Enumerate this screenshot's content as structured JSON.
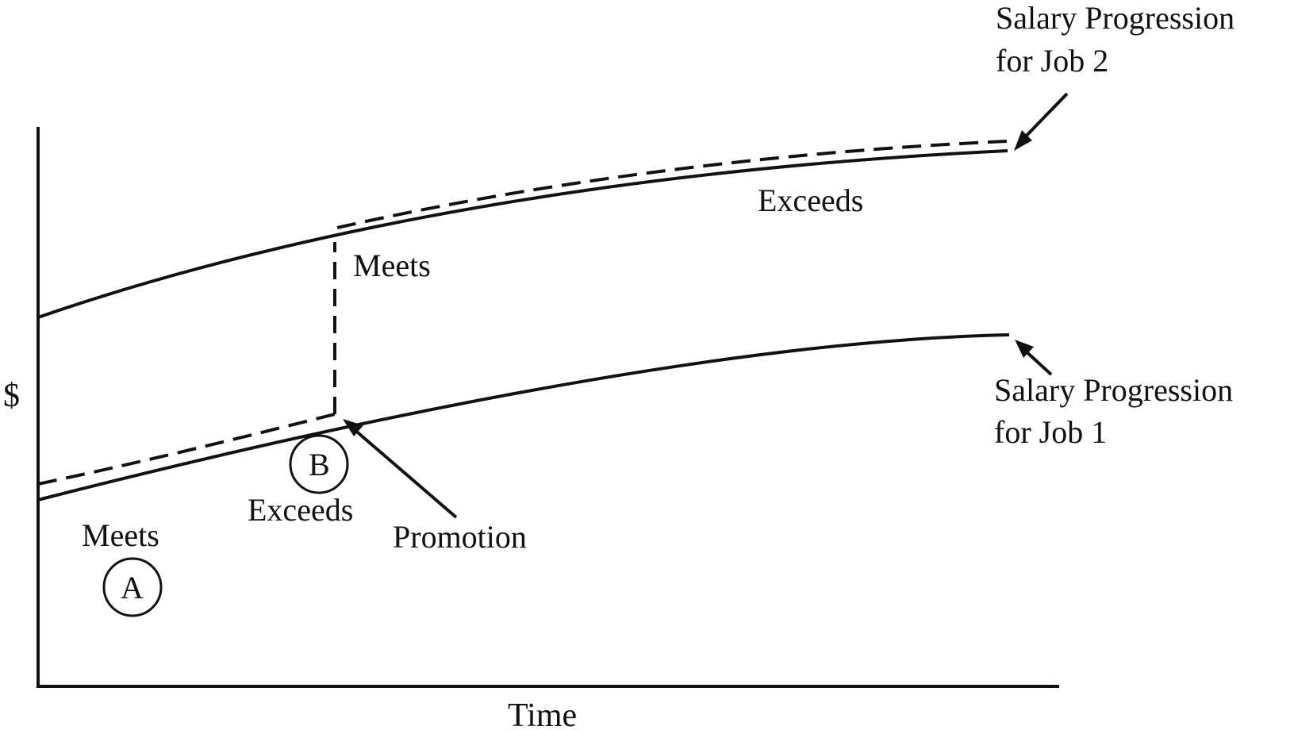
{
  "axes": {
    "ylabel": "$",
    "xlabel": "Time"
  },
  "job2_label": {
    "line1": "Salary Progression",
    "line2": "for Job 2"
  },
  "job1_label": {
    "line1": "Salary Progression",
    "line2": "for Job 1"
  },
  "annotations": {
    "meets_a": "Meets",
    "circle_a": "A",
    "circle_b": "B",
    "exceeds_b": "Exceeds",
    "promotion": "Promotion",
    "meets_job2": "Meets",
    "exceeds_job2": "Exceeds"
  },
  "colors": {
    "ink": "#111111",
    "background": "#ffffff"
  }
}
